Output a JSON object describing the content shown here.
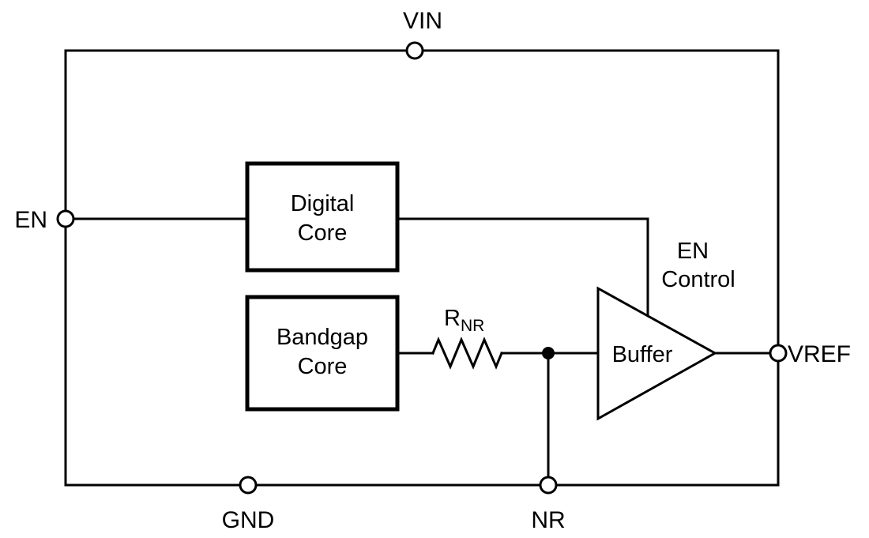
{
  "pins": {
    "vin": "VIN",
    "en": "EN",
    "vref": "VREF",
    "gnd": "GND",
    "nr": "NR"
  },
  "blocks": {
    "digital_core_line1": "Digital",
    "digital_core_line2": "Core",
    "bandgap_core_line1": "Bandgap",
    "bandgap_core_line2": "Core",
    "buffer": "Buffer"
  },
  "labels": {
    "en_control_line1": "EN",
    "en_control_line2": "Control",
    "resistor_base": "R",
    "resistor_sub": "NR"
  },
  "colors": {
    "line": "#000000",
    "background": "#ffffff",
    "block_fill": "#ffffff"
  }
}
